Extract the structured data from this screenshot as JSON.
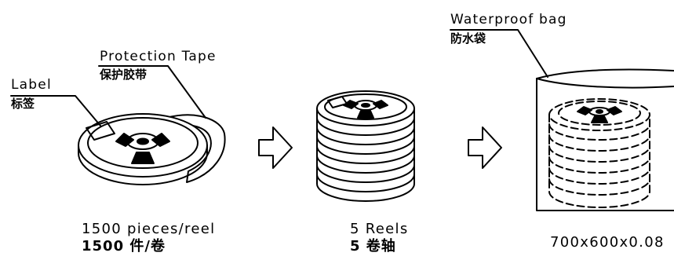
{
  "labels": {
    "protection_tape_en": "Protection Tape",
    "protection_tape_zh": "保护胶带",
    "label_en": "Label",
    "label_zh": "标签",
    "waterproof_bag_en": "Waterproof bag",
    "waterproof_bag_zh": "防水袋"
  },
  "captions": {
    "reel_qty_en": "1500 pieces/reel",
    "reel_qty_zh": "1500 件/卷",
    "reels_en": "5 Reels",
    "reels_zh": "5 卷轴",
    "bag_size": "700x600x0.08"
  },
  "stack": {
    "reel_count": 5
  },
  "colors": {
    "line": "#000000",
    "background": "#ffffff"
  }
}
